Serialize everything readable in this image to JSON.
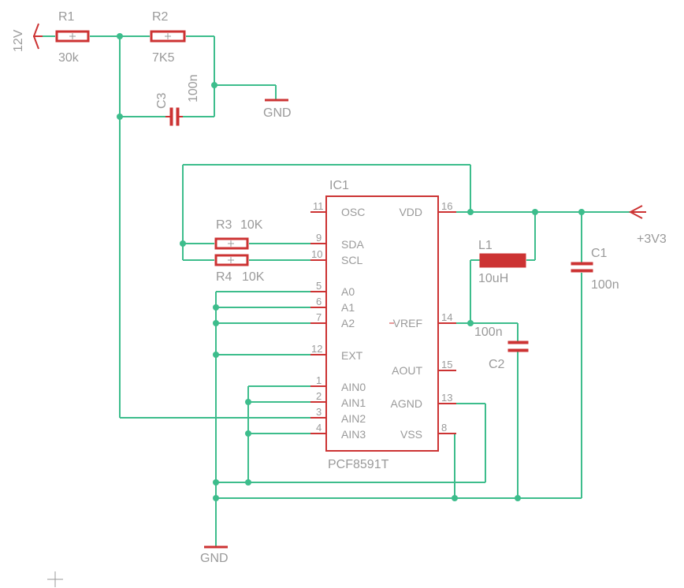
{
  "components": {
    "r1": {
      "name": "R1",
      "value": "30k"
    },
    "r2": {
      "name": "R2",
      "value": "7K5"
    },
    "r3": {
      "name": "R3",
      "value": "10K"
    },
    "r4": {
      "name": "R4",
      "value": "10K"
    },
    "c1": {
      "name": "C1",
      "value": "100n"
    },
    "c2": {
      "name": "C2",
      "value": "100n"
    },
    "c3": {
      "name": "C3",
      "value": "100n"
    },
    "l1": {
      "name": "L1",
      "value": "10uH"
    },
    "ic1": {
      "name": "IC1",
      "value": "PCF8591T"
    }
  },
  "supplies": {
    "in12v": "12V",
    "v3v3": "+3V3",
    "gnd_top": "GND",
    "gnd_bottom": "GND"
  },
  "ic_pins": {
    "left": [
      {
        "num": "11",
        "name": "OSC"
      },
      {
        "num": "9",
        "name": "SDA"
      },
      {
        "num": "10",
        "name": "SCL"
      },
      {
        "num": "5",
        "name": "A0"
      },
      {
        "num": "6",
        "name": "A1"
      },
      {
        "num": "7",
        "name": "A2"
      },
      {
        "num": "12",
        "name": "EXT"
      },
      {
        "num": "1",
        "name": "AIN0"
      },
      {
        "num": "2",
        "name": "AIN1"
      },
      {
        "num": "3",
        "name": "AIN2"
      },
      {
        "num": "4",
        "name": "AIN3"
      }
    ],
    "right": [
      {
        "num": "16",
        "name": "VDD"
      },
      {
        "num": "14",
        "name": "VREF"
      },
      {
        "num": "15",
        "name": "AOUT"
      },
      {
        "num": "13",
        "name": "AGND"
      },
      {
        "num": "8",
        "name": "VSS"
      }
    ]
  },
  "colors": {
    "wire": "#3dbd8c",
    "part": "#cc3333",
    "label": "#9a9a9a"
  }
}
